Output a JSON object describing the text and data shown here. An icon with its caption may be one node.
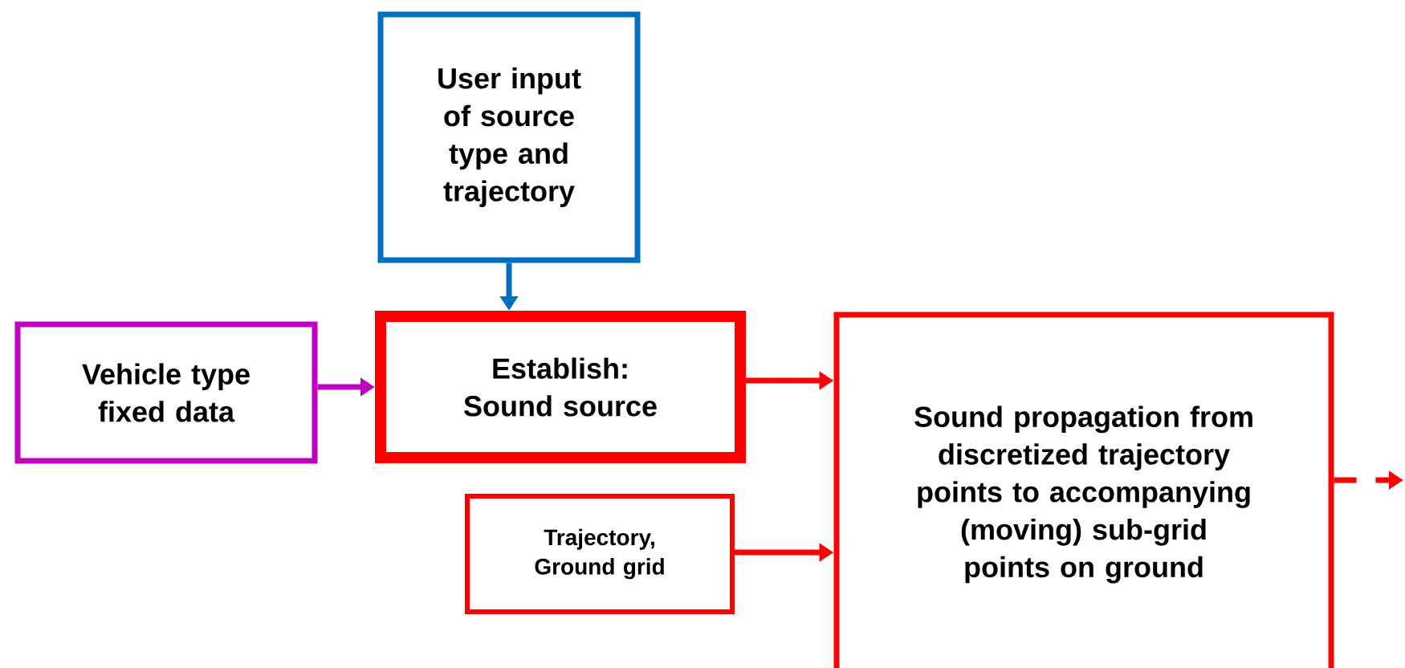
{
  "diagram": {
    "nodes": [
      {
        "text": [
          "User input of source type and trajectory"
        ]
      },
      {
        "text": [
          "Vehicle type fixed data"
        ]
      },
      {
        "text": [
          "Establish: Sound source"
        ]
      },
      {
        "text": [
          "Trajectory, Ground grid"
        ]
      },
      {
        "text": [
          "Sound propagation from discretized trajectory points to accompanying (moving) sub-grid points on ground"
        ]
      }
    ],
    "edges": [
      {
        "from": 0,
        "to": 2,
        "arrow": "to",
        "color": "#0070c0"
      },
      {
        "from": 1,
        "to": 2,
        "arrow": "to",
        "color": "#c000c0"
      },
      {
        "from": 2,
        "to": 4,
        "arrow": "to"
      },
      {
        "from": 3,
        "to": 4,
        "arrow": "to"
      },
      {
        "from": 4,
        "to": null,
        "arrow": "to",
        "style": "dashed"
      }
    ]
  }
}
